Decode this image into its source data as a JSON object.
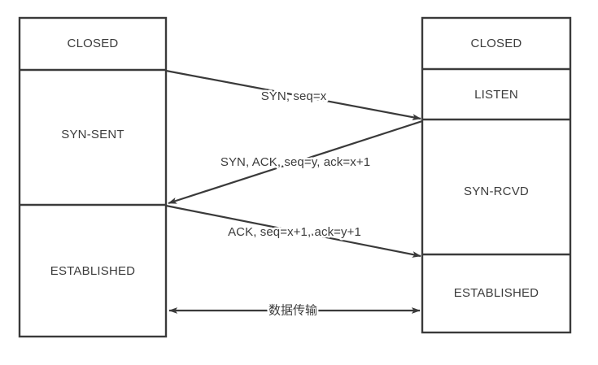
{
  "diagram": {
    "title": "TCP Three-Way Handshake State Diagram",
    "colors": {
      "stroke": "#3a3a3a",
      "text": "#3c3c3c",
      "background": "#ffffff"
    },
    "client_column": {
      "name": "client-state-column",
      "states": [
        {
          "id": "client-closed",
          "label": "CLOSED"
        },
        {
          "id": "client-syn-sent",
          "label": "SYN-SENT"
        },
        {
          "id": "client-established",
          "label": "ESTABLISHED"
        }
      ]
    },
    "server_column": {
      "name": "server-state-column",
      "states": [
        {
          "id": "server-closed",
          "label": "CLOSED"
        },
        {
          "id": "server-listen",
          "label": "LISTEN"
        },
        {
          "id": "server-syn-rcvd",
          "label": "SYN-RCVD"
        },
        {
          "id": "server-established",
          "label": "ESTABLISHED"
        }
      ]
    },
    "messages": [
      {
        "id": "msg-syn",
        "label": "SYN, seq=x",
        "direction": "client-to-server"
      },
      {
        "id": "msg-syn-ack",
        "label": "SYN, ACK, seq=y, ack=x+1",
        "direction": "server-to-client"
      },
      {
        "id": "msg-ack",
        "label": "ACK, seq=x+1, ack=y+1",
        "direction": "client-to-server"
      },
      {
        "id": "msg-data-transfer",
        "label": "数据传输",
        "direction": "bidirectional"
      }
    ]
  }
}
